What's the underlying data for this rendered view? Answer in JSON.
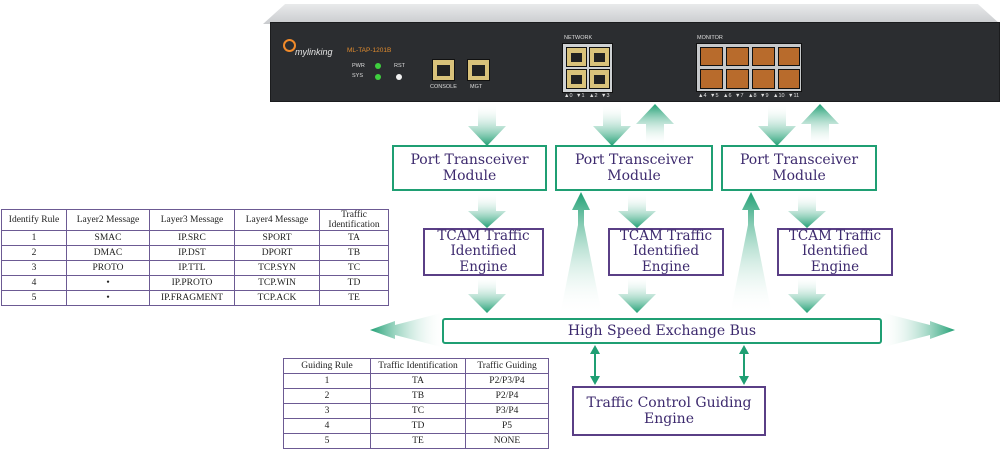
{
  "device": {
    "brand": "mylinking",
    "model": "ML-TAP-1201B",
    "led_labels": [
      "PWR",
      "SYS"
    ],
    "reset_label": "RST",
    "console_label": "CONSOLE",
    "mgt_label": "MGT",
    "network_label": "NETWORK",
    "network_ports": [
      "▲0",
      "▼1",
      "▲2",
      "▼3"
    ],
    "monitor_label": "MONITOR",
    "monitor_ports": [
      "▲4",
      "▼5",
      "▲6",
      "▼7",
      "▲8",
      "▼9",
      "▲10",
      "▼11"
    ]
  },
  "modules": {
    "transceiver": [
      "Port Transceiver Module",
      "Port Transceiver Module",
      "Port Transceiver Module"
    ],
    "tcam": [
      {
        "line1": "TCAM Traffic",
        "line2": "Identified Engine"
      },
      {
        "line1": "TCAM Traffic",
        "line2": "Identified Engine"
      },
      {
        "line1": "TCAM Traffic",
        "line2": "Identified Engine"
      }
    ],
    "bus": "High Speed Exchange Bus",
    "guiding_engine": "Traffic Control Guiding Engine"
  },
  "identify_table": {
    "headers": [
      "Identify Rule",
      "Layer2 Message",
      "Layer3 Message",
      "Layer4 Message",
      "Traffic Identification"
    ],
    "rows": [
      [
        "1",
        "SMAC",
        "IP.SRC",
        "SPORT",
        "TA"
      ],
      [
        "2",
        "DMAC",
        "IP.DST",
        "DPORT",
        "TB"
      ],
      [
        "3",
        "PROTO",
        "IP.TTL",
        "TCP.SYN",
        "TC"
      ],
      [
        "4",
        "•",
        "IP.PROTO",
        "TCP.WIN",
        "TD"
      ],
      [
        "5",
        "•",
        "IP.FRAGMENT",
        "TCP.ACK",
        "TE"
      ]
    ]
  },
  "guiding_table": {
    "headers": [
      "Guiding Rule",
      "Traffic Identification",
      "Traffic Guiding"
    ],
    "rows": [
      [
        "1",
        "TA",
        "P2/P3/P4"
      ],
      [
        "2",
        "TB",
        "P2/P4"
      ],
      [
        "3",
        "TC",
        "P3/P4"
      ],
      [
        "4",
        "TD",
        "P5"
      ],
      [
        "5",
        "TE",
        "NONE"
      ]
    ]
  },
  "colors": {
    "green": "#1f9f73",
    "purple": "#5a3f86",
    "text": "#3d2a6e"
  }
}
